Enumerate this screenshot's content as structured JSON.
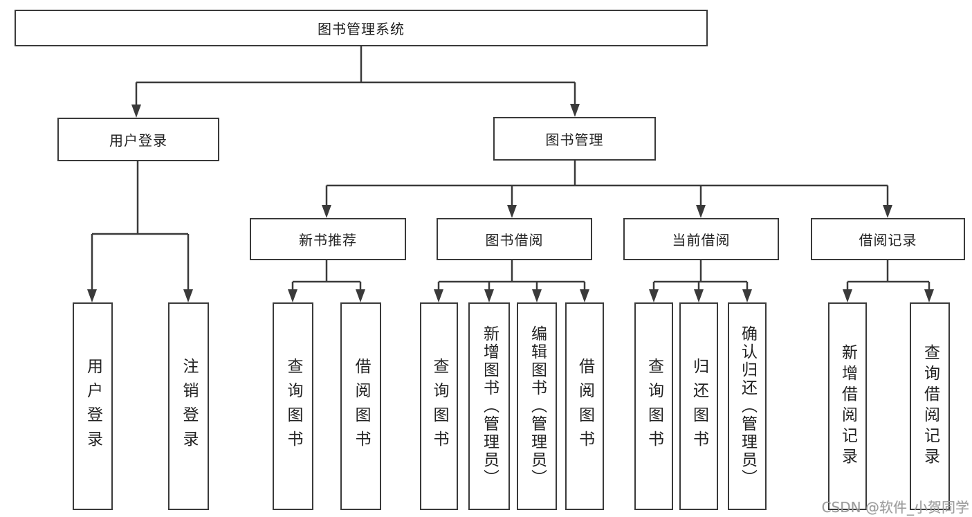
{
  "diagram": {
    "title": "图书管理系统",
    "colors": {
      "line": "#3a3a3a",
      "text": "#222222",
      "background": "#ffffff",
      "watermark_text_color": "#9c9c9c"
    },
    "nodes": {
      "root": {
        "label": "图书管理系统"
      },
      "level2": {
        "user_login": {
          "label": "用户登录"
        },
        "book_mgmt": {
          "label": "图书管理"
        }
      },
      "level3": {
        "new_books": {
          "label": "新书推荐"
        },
        "book_borrow": {
          "label": "图书借阅"
        },
        "current_borrow": {
          "label": "当前借阅"
        },
        "borrow_records": {
          "label": "借阅记录"
        }
      },
      "leaves": {
        "user_login": {
          "label": "用户登录"
        },
        "logout": {
          "label": "注销登录"
        },
        "nb_query_books": {
          "label": "查询图书"
        },
        "nb_borrow_books": {
          "label": "借阅图书"
        },
        "bb_query_books": {
          "label": "查询图书"
        },
        "bb_add_books": {
          "label": "新增图书（管理员）"
        },
        "bb_edit_books": {
          "label": "编辑图书（管理员）"
        },
        "bb_borrow_books": {
          "label": "借阅图书"
        },
        "cb_query_books": {
          "label": "查询图书"
        },
        "cb_return_books": {
          "label": "归还图书"
        },
        "cb_confirm_return": {
          "label": "确认归还（管理员）"
        },
        "rec_add_record": {
          "label": "新增借阅记录"
        },
        "rec_query_record": {
          "label": "查询借阅记录"
        }
      }
    },
    "watermark": "CSDN @软件_小贺同学"
  }
}
